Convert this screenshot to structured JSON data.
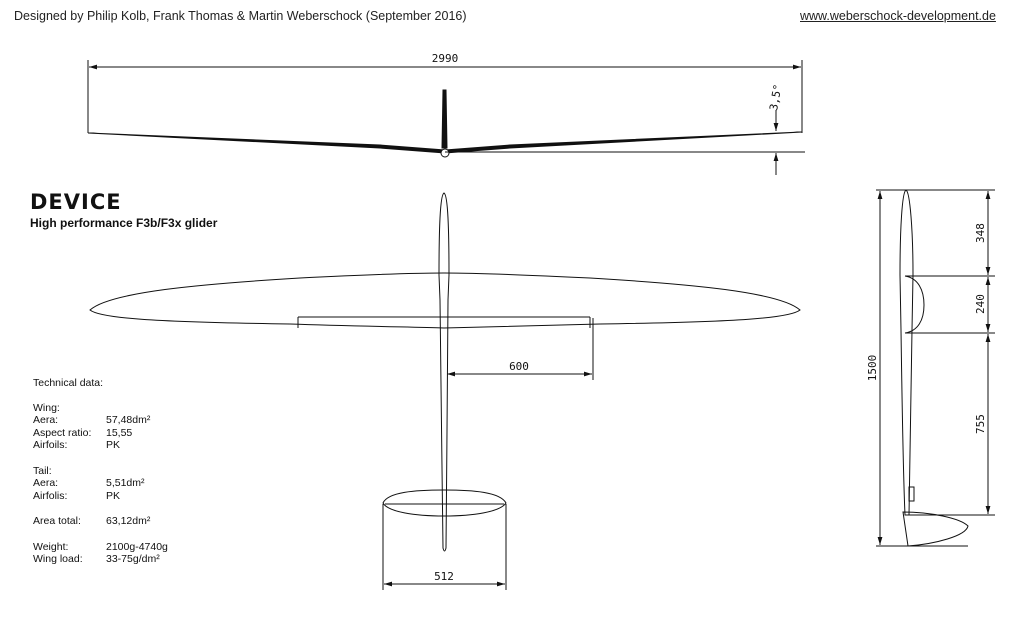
{
  "header": {
    "credit": "Designed by Philip Kolb, Frank Thomas & Martin Weberschock (September 2016)",
    "website": "www.weberschock-development.de"
  },
  "model": {
    "name": "DEVICE",
    "subtitle": "High performance F3b/F3x glider"
  },
  "specs": {
    "heading": "Technical data:",
    "wing_heading": "Wing:",
    "wing_area_label": "Aera:",
    "wing_area_value": "57,48dm²",
    "aspect_label": "Aspect ratio:",
    "aspect_value": "15,55",
    "wing_airfoils_label": "Airfoils:",
    "wing_airfoils_value": "PK",
    "tail_heading": "Tail:",
    "tail_area_label": "Aera:",
    "tail_area_value": "5,51dm²",
    "tail_airfoils_label": "Airfolis:",
    "tail_airfoils_value": "PK",
    "area_total_label": "Area total:",
    "area_total_value": "63,12dm²",
    "weight_label": "Weight:",
    "weight_value": "2100g-4740g",
    "wing_load_label": "Wing load:",
    "wing_load_value": "33-75g/dm²"
  },
  "dimensions": {
    "span": "2990",
    "dihedral": "3,5°",
    "flap_length": "600",
    "tail_span": "512",
    "length": "1500",
    "nose_to_wing": "348",
    "wing_chord": "240",
    "wing_to_tail": "755"
  }
}
